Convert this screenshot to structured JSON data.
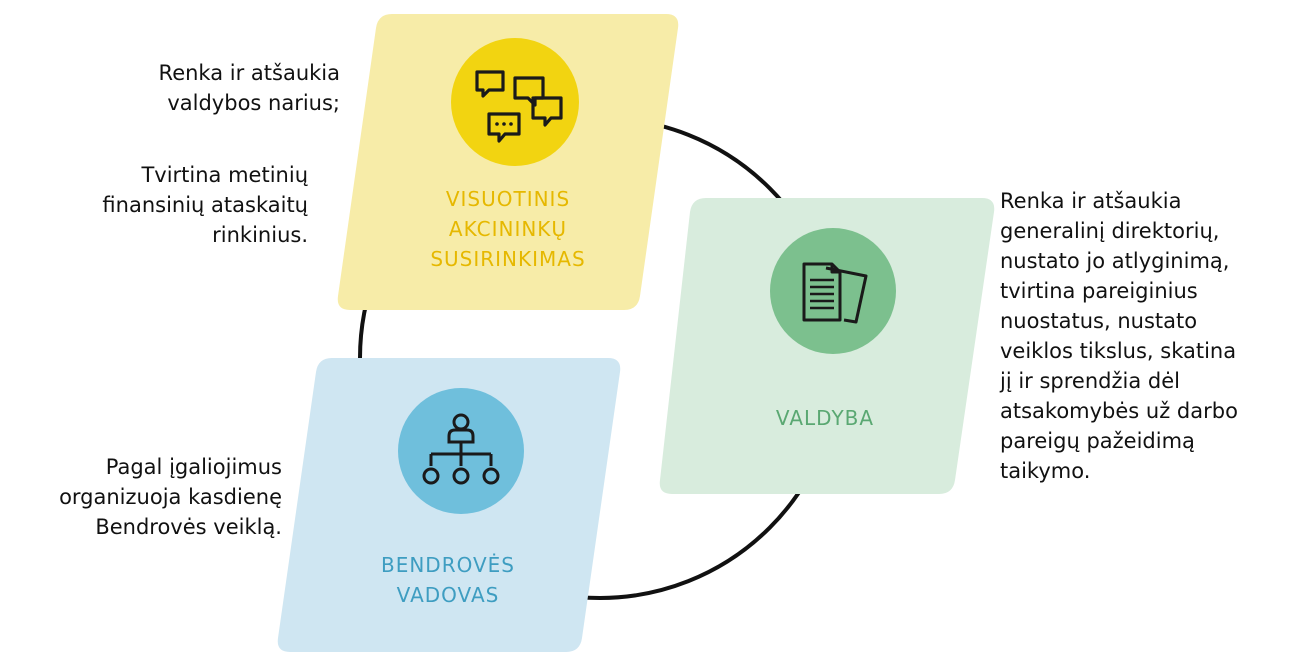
{
  "cards": {
    "shareholders": {
      "title": "VISUOTINIS\nAKCININKŲ\nSUSIRINKIMAS",
      "icon": "chat-bubbles-icon",
      "card_color": "#f7eca8",
      "circle_color": "#f2d411",
      "text_color": "#e6b800"
    },
    "board": {
      "title": "VALDYBA",
      "icon": "documents-icon",
      "card_color": "#d8ecdd",
      "circle_color": "#7cc08e",
      "text_color": "#5aa872"
    },
    "ceo": {
      "title": "BENDROVĖS\nVADOVAS",
      "icon": "org-chart-icon",
      "card_color": "#cfe6f2",
      "circle_color": "#6fbfdc",
      "text_color": "#3e9dc1"
    }
  },
  "descriptions": {
    "shareholders_1": "Renka ir atšaukia\nvaldybos narius;",
    "shareholders_2": "Tvirtina metinių\nfinansinių ataskaitų\nrinkinius.",
    "board": "Renka ir atšaukia\ngeneralinį direktorių,\nnustato jo atlyginimą,\ntvirtina pareiginius\nnuostatus, nustato\nveiklos tikslus, skatina\njį ir sprendžia dėl\natsakomybės už darbo\npareigų pažeidimą\ntaikymo.",
    "ceo": "Pagal įgaliojimus\norganizuoja kasdienę\nBendrovės veiklą."
  }
}
